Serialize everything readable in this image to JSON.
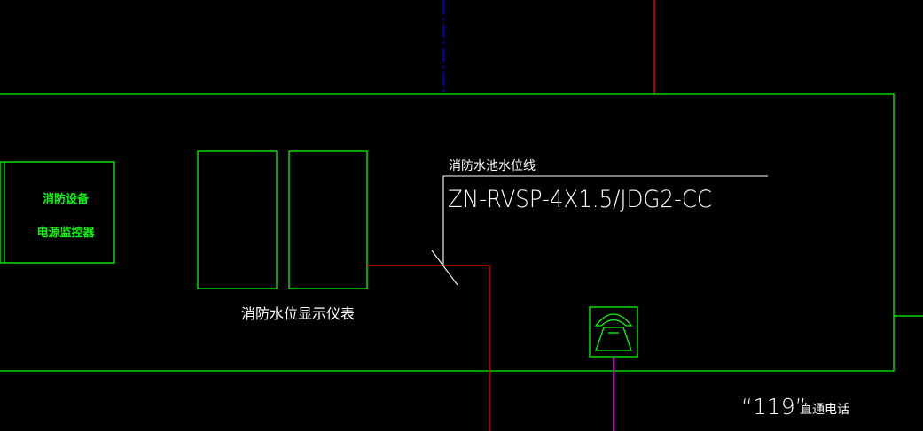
{
  "colors": {
    "background": "#000000",
    "outline": "#00ff00",
    "label_green": "#00ff00",
    "label_white": "#ffffff",
    "red_wire": "#ff0000",
    "blue_wire": "#0000ff",
    "magenta_wire": "#ff00ff"
  },
  "power_monitor": {
    "line1": "消防设备",
    "line2": "电源监控器"
  },
  "water_level_display": {
    "label": "消防水位显示仪表"
  },
  "cable_callout": {
    "title": "消防水池水位线",
    "spec": "ZN-RVSP-4X1.5/JDG2-CC"
  },
  "phone": {
    "icon": "telephone-icon",
    "label_number": "“119”",
    "label_text": "直通电话"
  }
}
